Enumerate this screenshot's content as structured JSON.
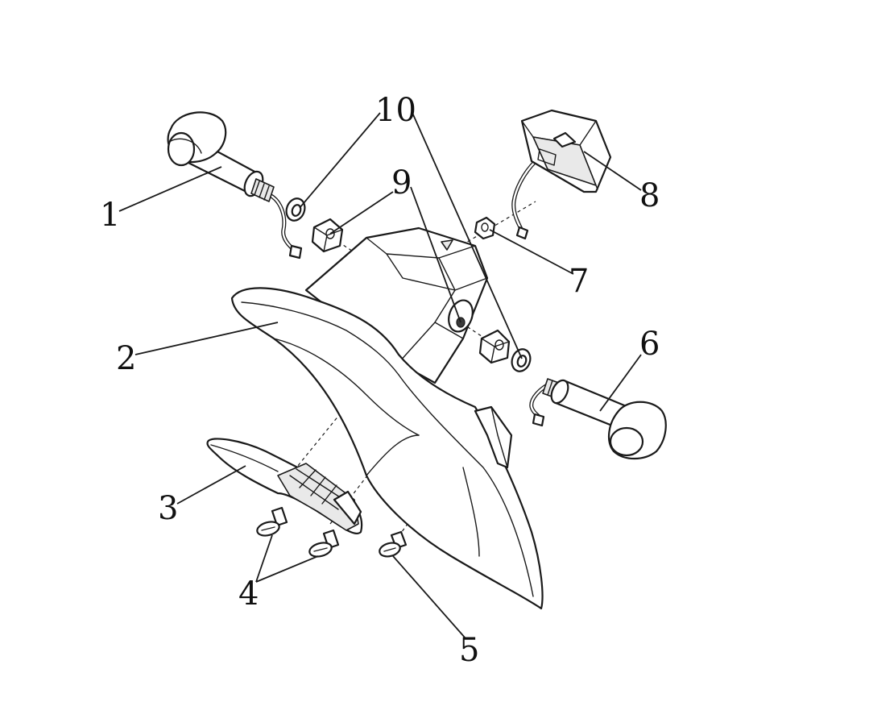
{
  "diagram": {
    "type": "exploded-parts-view",
    "callouts": [
      {
        "id": "1",
        "label": "1",
        "part": "left-turn-signal"
      },
      {
        "id": "2",
        "label": "2",
        "part": "rear-fender"
      },
      {
        "id": "3",
        "label": "3",
        "part": "reflector-bracket"
      },
      {
        "id": "4",
        "label": "4",
        "part": "screw-pair"
      },
      {
        "id": "5",
        "label": "5",
        "part": "screw"
      },
      {
        "id": "6",
        "label": "6",
        "part": "right-turn-signal"
      },
      {
        "id": "7",
        "label": "7",
        "part": "nut-small"
      },
      {
        "id": "8",
        "label": "8",
        "part": "license-plate-light"
      },
      {
        "id": "9",
        "label": "9",
        "part": "flange-nut"
      },
      {
        "id": "10",
        "label": "10",
        "part": "washer"
      }
    ]
  }
}
